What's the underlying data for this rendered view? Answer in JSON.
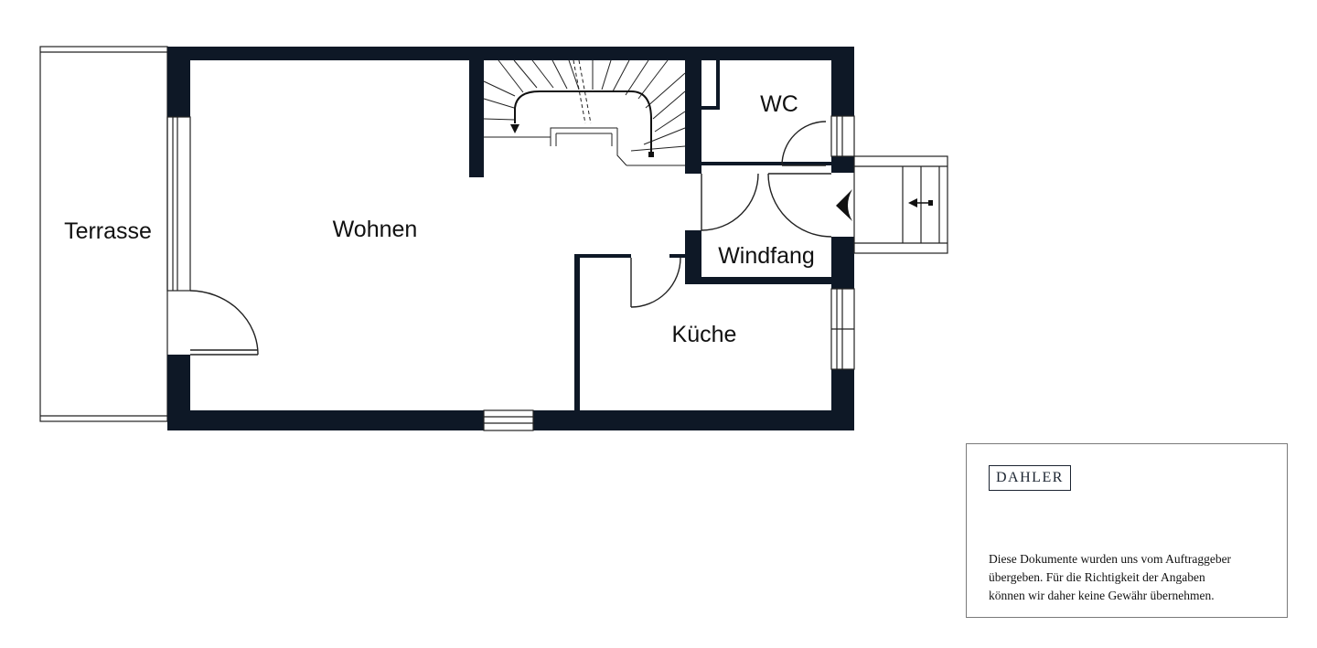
{
  "colors": {
    "wall": "#0e1826",
    "line": "#222222",
    "border": "#7a7a7a"
  },
  "rooms": {
    "terrasse": "Terrasse",
    "wohnen": "Wohnen",
    "wc": "WC",
    "windfang": "Windfang",
    "kueche": "Küche"
  },
  "info": {
    "logo": "DAHLER",
    "disclaimer_lines": [
      "Diese Dokumente wurden uns vom Auftraggeber",
      "übergeben. Für die Richtigkeit der Angaben",
      "können wir daher keine Gewähr übernehmen."
    ]
  },
  "icons": [
    "stair-direction-arrow-icon",
    "entrance-arrow-icon"
  ]
}
